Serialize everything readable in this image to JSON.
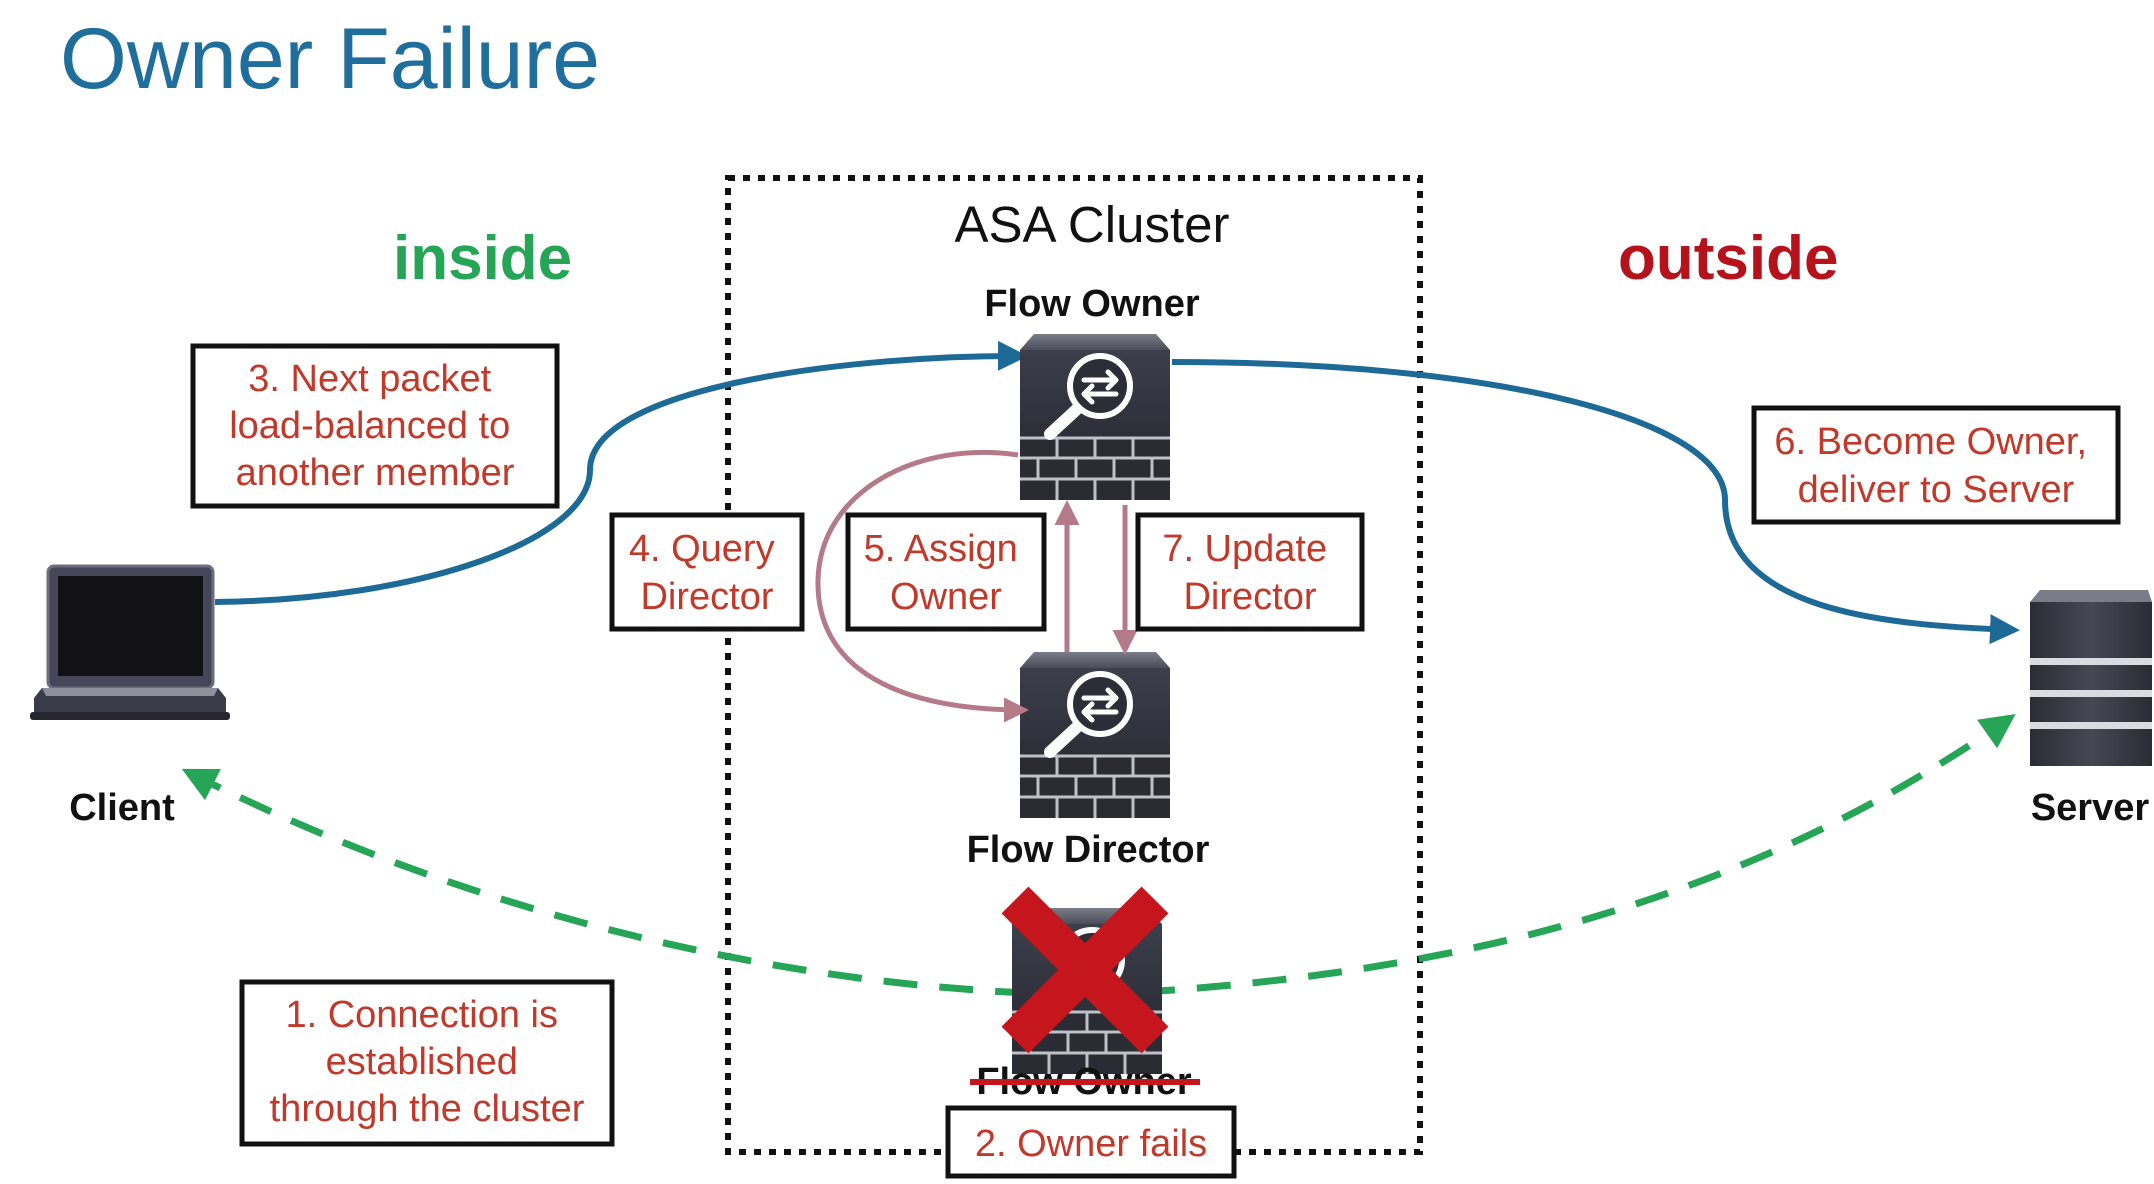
{
  "title": "Owner Failure",
  "zones": {
    "inside": "inside",
    "outside": "outside"
  },
  "cluster": {
    "title": "ASA Cluster"
  },
  "devices": {
    "flow_owner": "Flow Owner",
    "flow_director": "Flow Director",
    "failed_owner": "Flow Owner",
    "client": "Client",
    "server": "Server"
  },
  "steps": {
    "step1": [
      "1. Connection is",
      "established",
      "through the cluster"
    ],
    "step2": [
      "2. Owner fails"
    ],
    "step3": [
      "3. Next packet",
      "load-balanced to",
      "another member"
    ],
    "step4": [
      "4. Query",
      "Director"
    ],
    "step5": [
      "5. Assign",
      "Owner"
    ],
    "step6": [
      "6. Become Owner,",
      "deliver to Server"
    ],
    "step7": [
      "7. Update",
      "Director"
    ]
  },
  "colors": {
    "title": "#1f6e9b",
    "inside": "#26a557",
    "outside": "#b5121b",
    "step_text": "#c0392b",
    "flow_arrow": "#1e6a96",
    "dashed_flow": "#26a557",
    "cluster_arrows": "#b47a8a",
    "fail_mark": "#c4161c"
  },
  "icons": {
    "firewall": "asa-firewall-icon",
    "client": "laptop-icon",
    "server": "server-icon",
    "failure": "red-x-icon"
  }
}
